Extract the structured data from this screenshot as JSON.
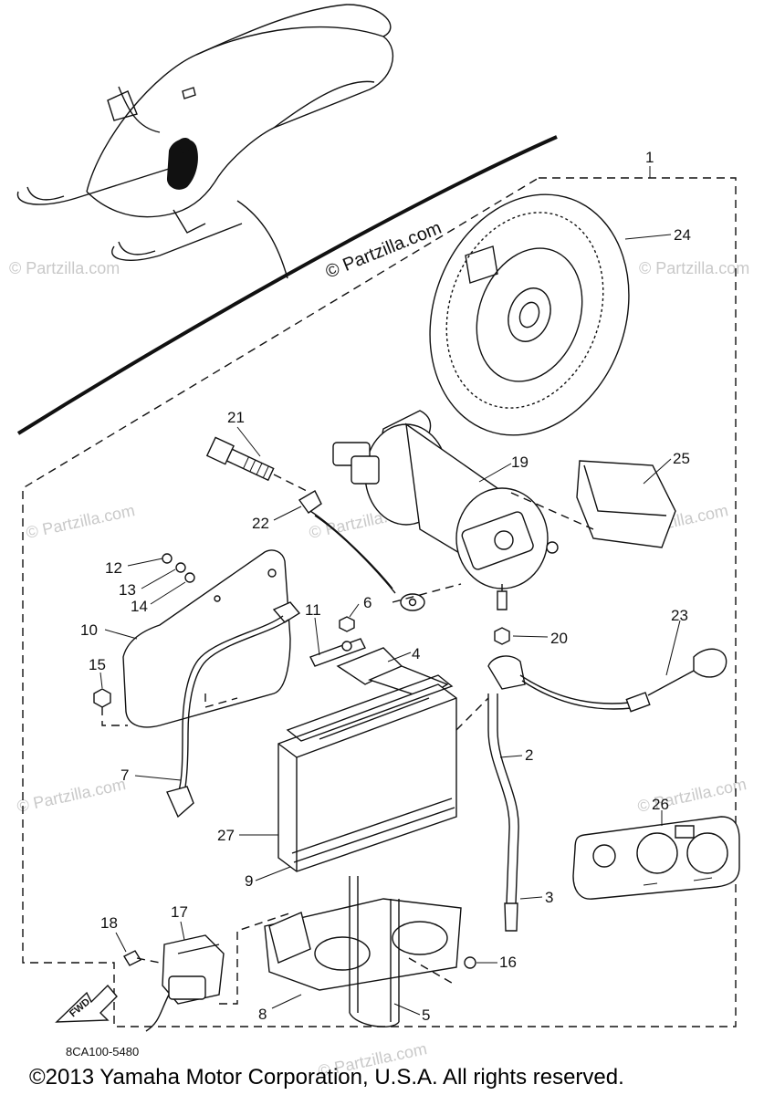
{
  "diagram": {
    "watermark_main": "© Partzilla.com",
    "watermark_faint": "© Partzilla.com",
    "figure_code": "8CA100-5480",
    "fwd_label": "FWD",
    "copyright": "©2013 Yamaha Motor Corporation, U.S.A. All rights reserved.",
    "callouts": {
      "c1": "1",
      "c2": "2",
      "c3": "3",
      "c4": "4",
      "c5": "5",
      "c6": "6",
      "c7": "7",
      "c8": "8",
      "c9": "9",
      "c10": "10",
      "c11": "11",
      "c12": "12",
      "c13": "13",
      "c14": "14",
      "c15": "15",
      "c16": "16",
      "c17": "17",
      "c18": "18",
      "c19": "19",
      "c20": "20",
      "c21": "21",
      "c22": "22",
      "c23": "23",
      "c24": "24",
      "c25": "25",
      "c26": "26",
      "c27": "27"
    }
  }
}
